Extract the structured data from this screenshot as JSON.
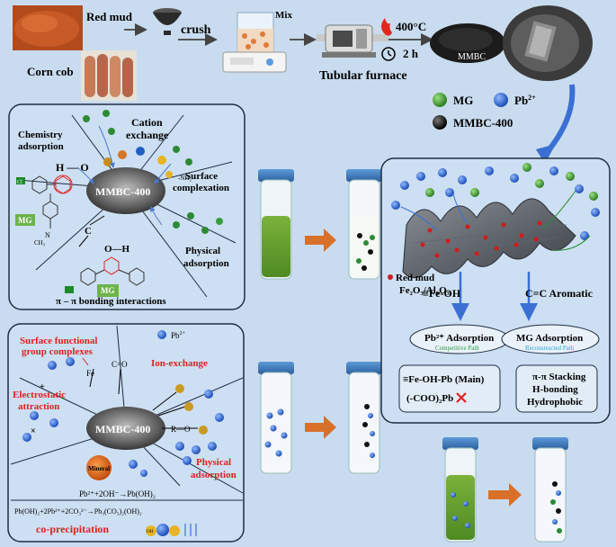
{
  "process": {
    "red_mud": "Red mud",
    "corn_cob": "Corn cob",
    "crush": "crush",
    "mix": "Mix",
    "furnace": "Tubular furnace",
    "temperature": "400°C",
    "time": "2 h",
    "product": "MMBC"
  },
  "legend": {
    "mg": "MG",
    "pb": "Pb",
    "pb_sup": "2+",
    "mmbc": "MMBC-400"
  },
  "panel_mg": {
    "chemistry": "Chemistry",
    "adsorption": "adsorption",
    "cation": "Cation",
    "exchange": "exchange",
    "surface": "Surface",
    "complexation": "complexation",
    "physical": "Physical",
    "physical_adsorption": "adsorption",
    "center": "MMBC-400",
    "pi_bonding": "π – π  bonding  interactions",
    "mg_tag": "MG",
    "mg_tag2": "MG",
    "cl": "Cl",
    "nh2": "-NH₂",
    "ho": "H — O",
    "oh": "O—H",
    "ch3": "CH₃",
    "n": "N",
    "c": "C"
  },
  "panel_pb": {
    "surface_functional": "Surface functional",
    "group_complexes": "group complexes",
    "ion_exchange": "Ion-exchange",
    "electrostatic": "Electrostatic",
    "attraction": "attraction",
    "physical": "Physical",
    "adsorption": "adsorption",
    "center": "MMBC-400",
    "mineral": "Mineral",
    "pb_legend": "Pb",
    "pb_legend_sup": "2+",
    "reaction1": "Pb²⁺+2OH⁻→Pb(OH)₂",
    "reaction2": "Pb(OH)₂+2Pb²⁺+2CO₃²⁻→Pb₃(CO₃)₂(OH)₂",
    "coprecip": "co-precipitation",
    "oh_label": "OH"
  },
  "panel_right": {
    "red_mud": "Red mud",
    "oxides": "Fe₂O₃/Al₂O₃",
    "fe_oh": "≡Fe-OH",
    "aromatic": "C=C Aromatic",
    "pb_ads": "Pb²⁺ Adsorption",
    "pb_path": "Competitive Path",
    "mg_ads": "MG Adsorption",
    "mg_path": "Reconstructed Path",
    "fe_pb": "≡Fe-OH-Pb (Main)",
    "coo_pb": "(-COO)₂Pb",
    "stacking": "π-π Stacking",
    "hbond": "H-bonding",
    "hydrophobic": "Hydrophobic"
  },
  "colors": {
    "background": "#c9dcef",
    "mg_ball": "#3a8a2e",
    "pb_ball": "#2f63c9",
    "arrow_orange": "#d9702a",
    "arrow_blue": "#3b6fd4",
    "accent_red": "#e0201e"
  }
}
